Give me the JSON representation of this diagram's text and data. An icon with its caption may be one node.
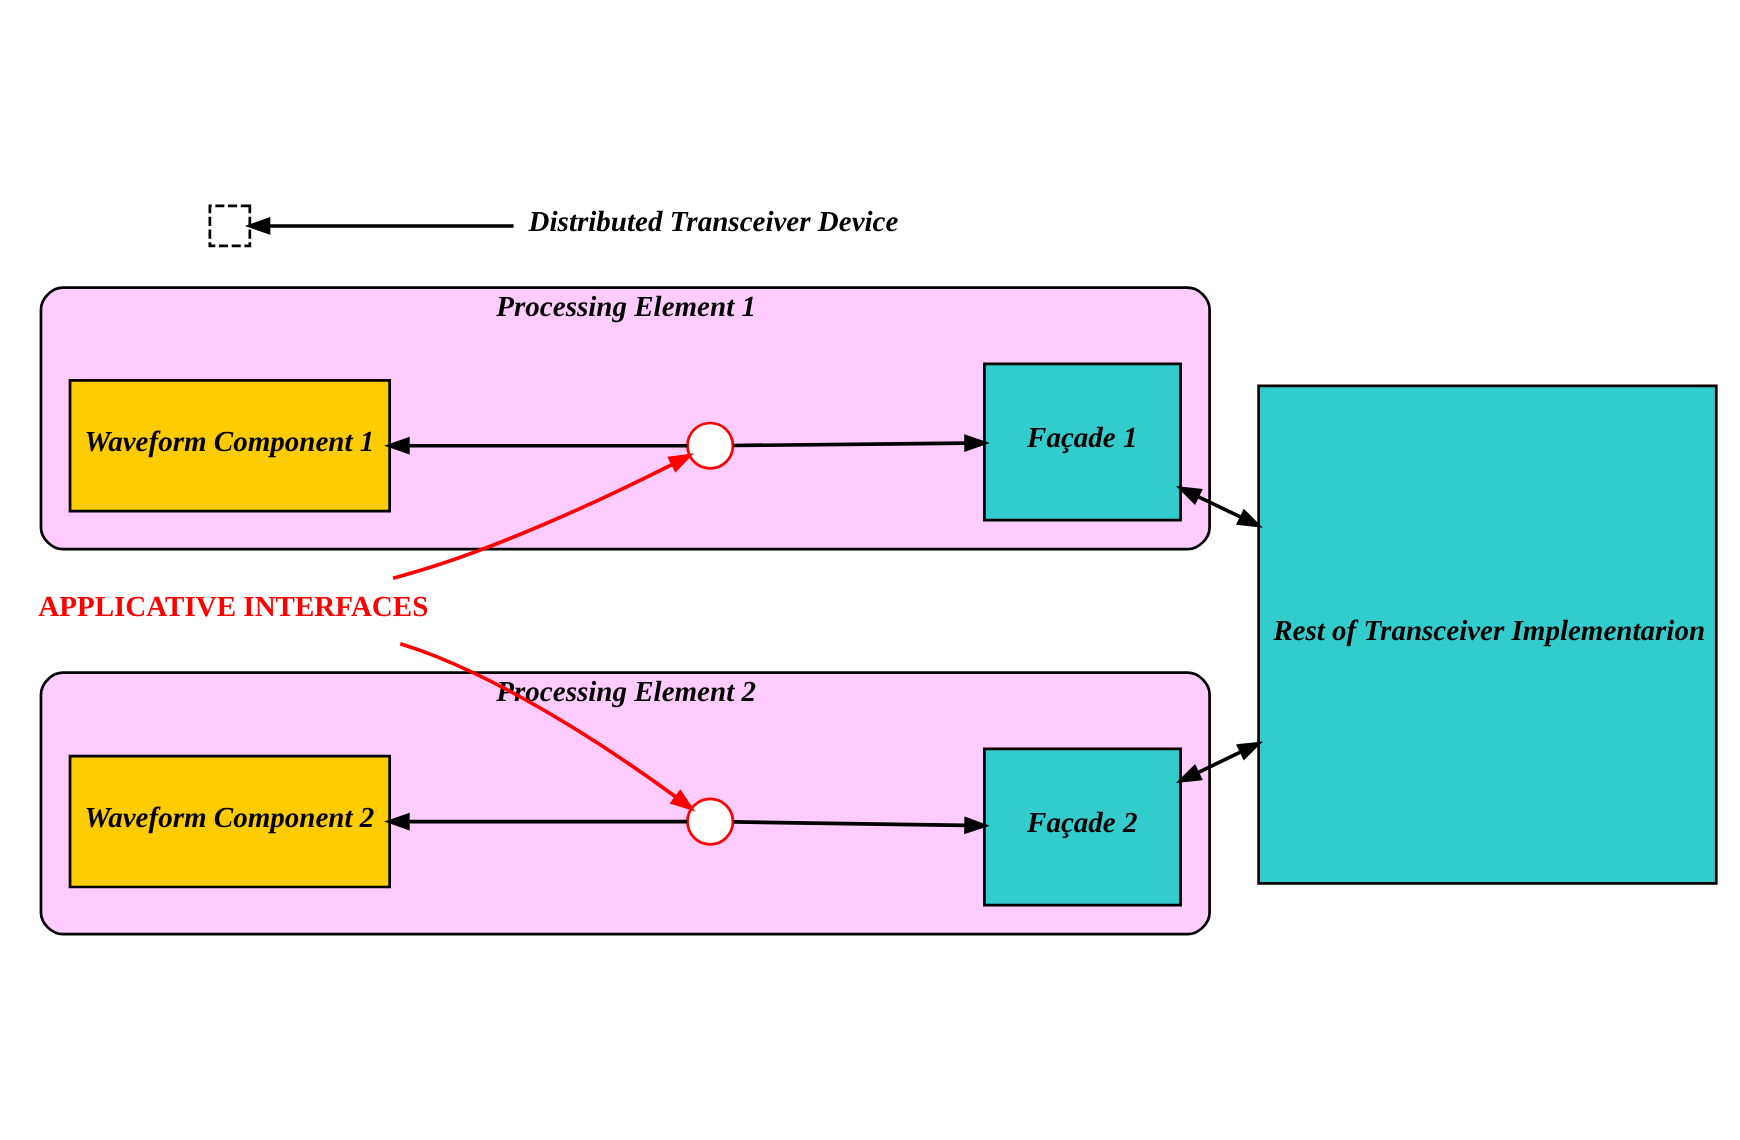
{
  "diagram": {
    "nodes": [
      {
        "text": [
          "Processing Element 1"
        ]
      },
      {
        "text": [
          "Waveform Component 1"
        ],
        "in": 0
      },
      {
        "text": [],
        "shape": "circle",
        "in": 0
      },
      {
        "text": [
          "Façade 1"
        ],
        "in": 0
      },
      {
        "text": [
          "Rest of Transceiver Implementarion"
        ]
      },
      {
        "text": [
          "Processing Element 2"
        ]
      },
      {
        "text": [
          "Waveform Component 2"
        ],
        "in": 5
      },
      {
        "text": [],
        "shape": "circle",
        "in": 5
      },
      {
        "text": [
          "Façade 2"
        ],
        "in": 5
      },
      {
        "text": [
          "APPLICATIVE INTERFACES"
        ]
      },
      {
        "text": [
          "Distributed Transceiver Device"
        ]
      },
      {
        "text": [],
        "shape": "box"
      }
    ],
    "edges": [
      {
        "from": 2,
        "to": 1,
        "arrow": "to"
      },
      {
        "from": 2,
        "to": 3,
        "arrow": "to"
      },
      {
        "from": 3,
        "to": 4,
        "arrow": "both"
      },
      {
        "from": 7,
        "to": 6,
        "arrow": "to"
      },
      {
        "from": 7,
        "to": 8,
        "arrow": "to"
      },
      {
        "from": 8,
        "to": 4,
        "arrow": "both"
      },
      {
        "from": 9,
        "to": 2,
        "arrow": "to",
        "color": "#ff0000"
      },
      {
        "from": 9,
        "to": 7,
        "arrow": "to",
        "color": "#ff0000"
      },
      {
        "from": 10,
        "to": 11,
        "arrow": "to"
      }
    ]
  }
}
